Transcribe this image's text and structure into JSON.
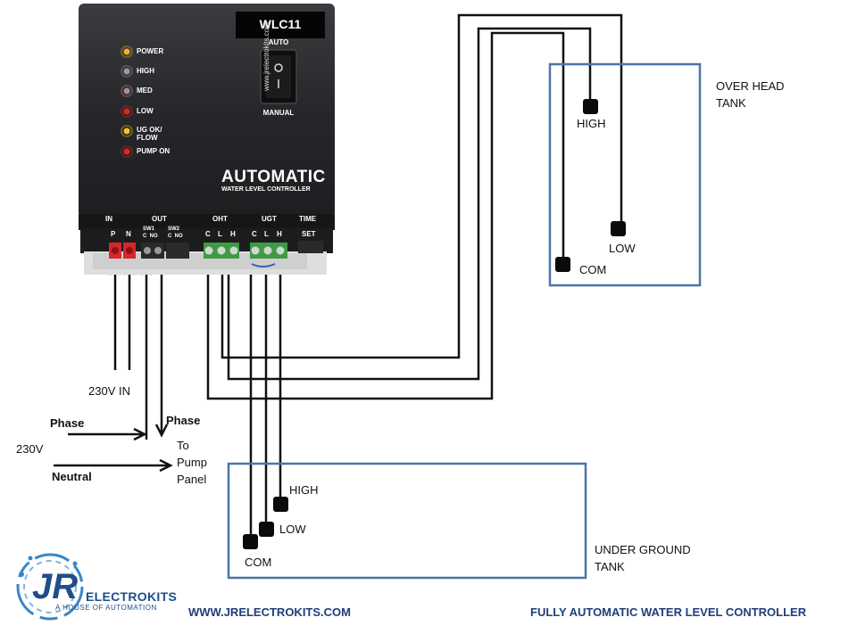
{
  "controller": {
    "model": "WLC11",
    "switch_top": "AUTO",
    "switch_bottom": "MANUAL",
    "vertical_url": "www.jrelectrokits.com",
    "brand_main": "AUTOMATIC",
    "brand_sub": "WATER LEVEL CONTROLLER",
    "leds": [
      {
        "label": "POWER",
        "color": "#f2b21b"
      },
      {
        "label": "HIGH",
        "color": "#9a9a9a"
      },
      {
        "label": "MED",
        "color": "#b08c8c"
      },
      {
        "label": "LOW",
        "color": "#e8201e"
      },
      {
        "label": "UG OK/\nFLOW",
        "color": "#f3c21c"
      },
      {
        "label": "PUMP ON",
        "color": "#e8201e"
      }
    ],
    "groups": [
      "IN",
      "OUT",
      "OHT",
      "UGT",
      "TIME"
    ],
    "terminal_labels": {
      "p": "P",
      "n": "N",
      "sw1": "SW1",
      "sw1_sub": "C  NO",
      "sw2": "SW2",
      "sw2_sub": "C  NO",
      "oht_c": "C",
      "oht_l": "L",
      "oht_h": "H",
      "ugt_c": "C",
      "ugt_l": "L",
      "ugt_h": "H",
      "set": "SET"
    }
  },
  "wiring": {
    "input_label": "230V IN",
    "phase_left": "Phase",
    "phase_right": "Phase",
    "voltage": "230V",
    "neutral": "Neutral",
    "to_pump": "To\nPump\nPanel"
  },
  "overhead_tank": {
    "title": "OVER HEAD\nTANK",
    "sensors": {
      "high": "HIGH",
      "low": "LOW",
      "com": "COM"
    }
  },
  "underground_tank": {
    "title": "UNDER GROUND\nTANK",
    "sensors": {
      "high": "HIGH",
      "low": "LOW",
      "com": "COM"
    }
  },
  "footer": {
    "website": "WWW.JRELECTROKITS.COM",
    "caption": "FULLY AUTOMATIC WATER LEVEL CONTROLLER"
  },
  "logo": {
    "letters": "JR",
    "name": "ELECTROKITS",
    "tagline": "A HOUSE OF AUTOMATION"
  },
  "colors": {
    "tank_border": "#4a76a8",
    "device_body": "#2a2c2e",
    "terminal_red": "#d9262a",
    "terminal_green": "#3f9a43",
    "footer_text": "#1f3e7a",
    "logo_blue": "#3a86c7"
  }
}
